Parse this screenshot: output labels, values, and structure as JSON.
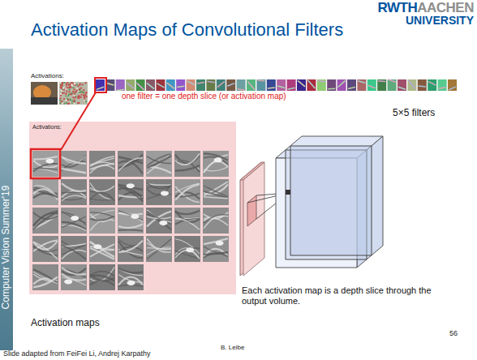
{
  "diagram": {
    "title": "Activation Maps of Convolutional Filters",
    "labels": [
      "RWTH",
      "AACHEN",
      "UNIVERSITY",
      "Activations:",
      "one filter = one depth slice (or activation map)",
      "5×5 filters",
      "Activations:",
      "Each activation map is a depth slice through the output volume.",
      "Activation maps",
      "Computer Vision Summer'19",
      "Slide adapted from FeiFei Li, Andrej Karpathy",
      "B. Leibe",
      "56"
    ]
  }
}
